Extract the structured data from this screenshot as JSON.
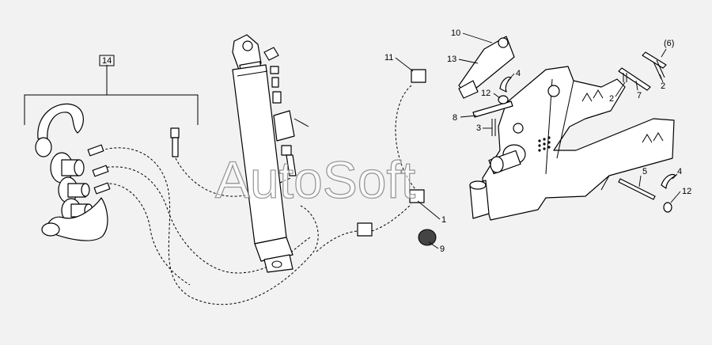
{
  "callouts": {
    "c1": "1",
    "c2a": "2",
    "c2b": "2",
    "c3": "3",
    "c4a": "4",
    "c4b": "4",
    "c5": "5",
    "c6": "(6)",
    "c7": "7",
    "c8": "8",
    "c9": "9",
    "c10": "10",
    "c11": "11",
    "c12a": "12",
    "c12b": "12",
    "c13": "13",
    "c14": "14"
  },
  "watermark": "AutoSoft"
}
